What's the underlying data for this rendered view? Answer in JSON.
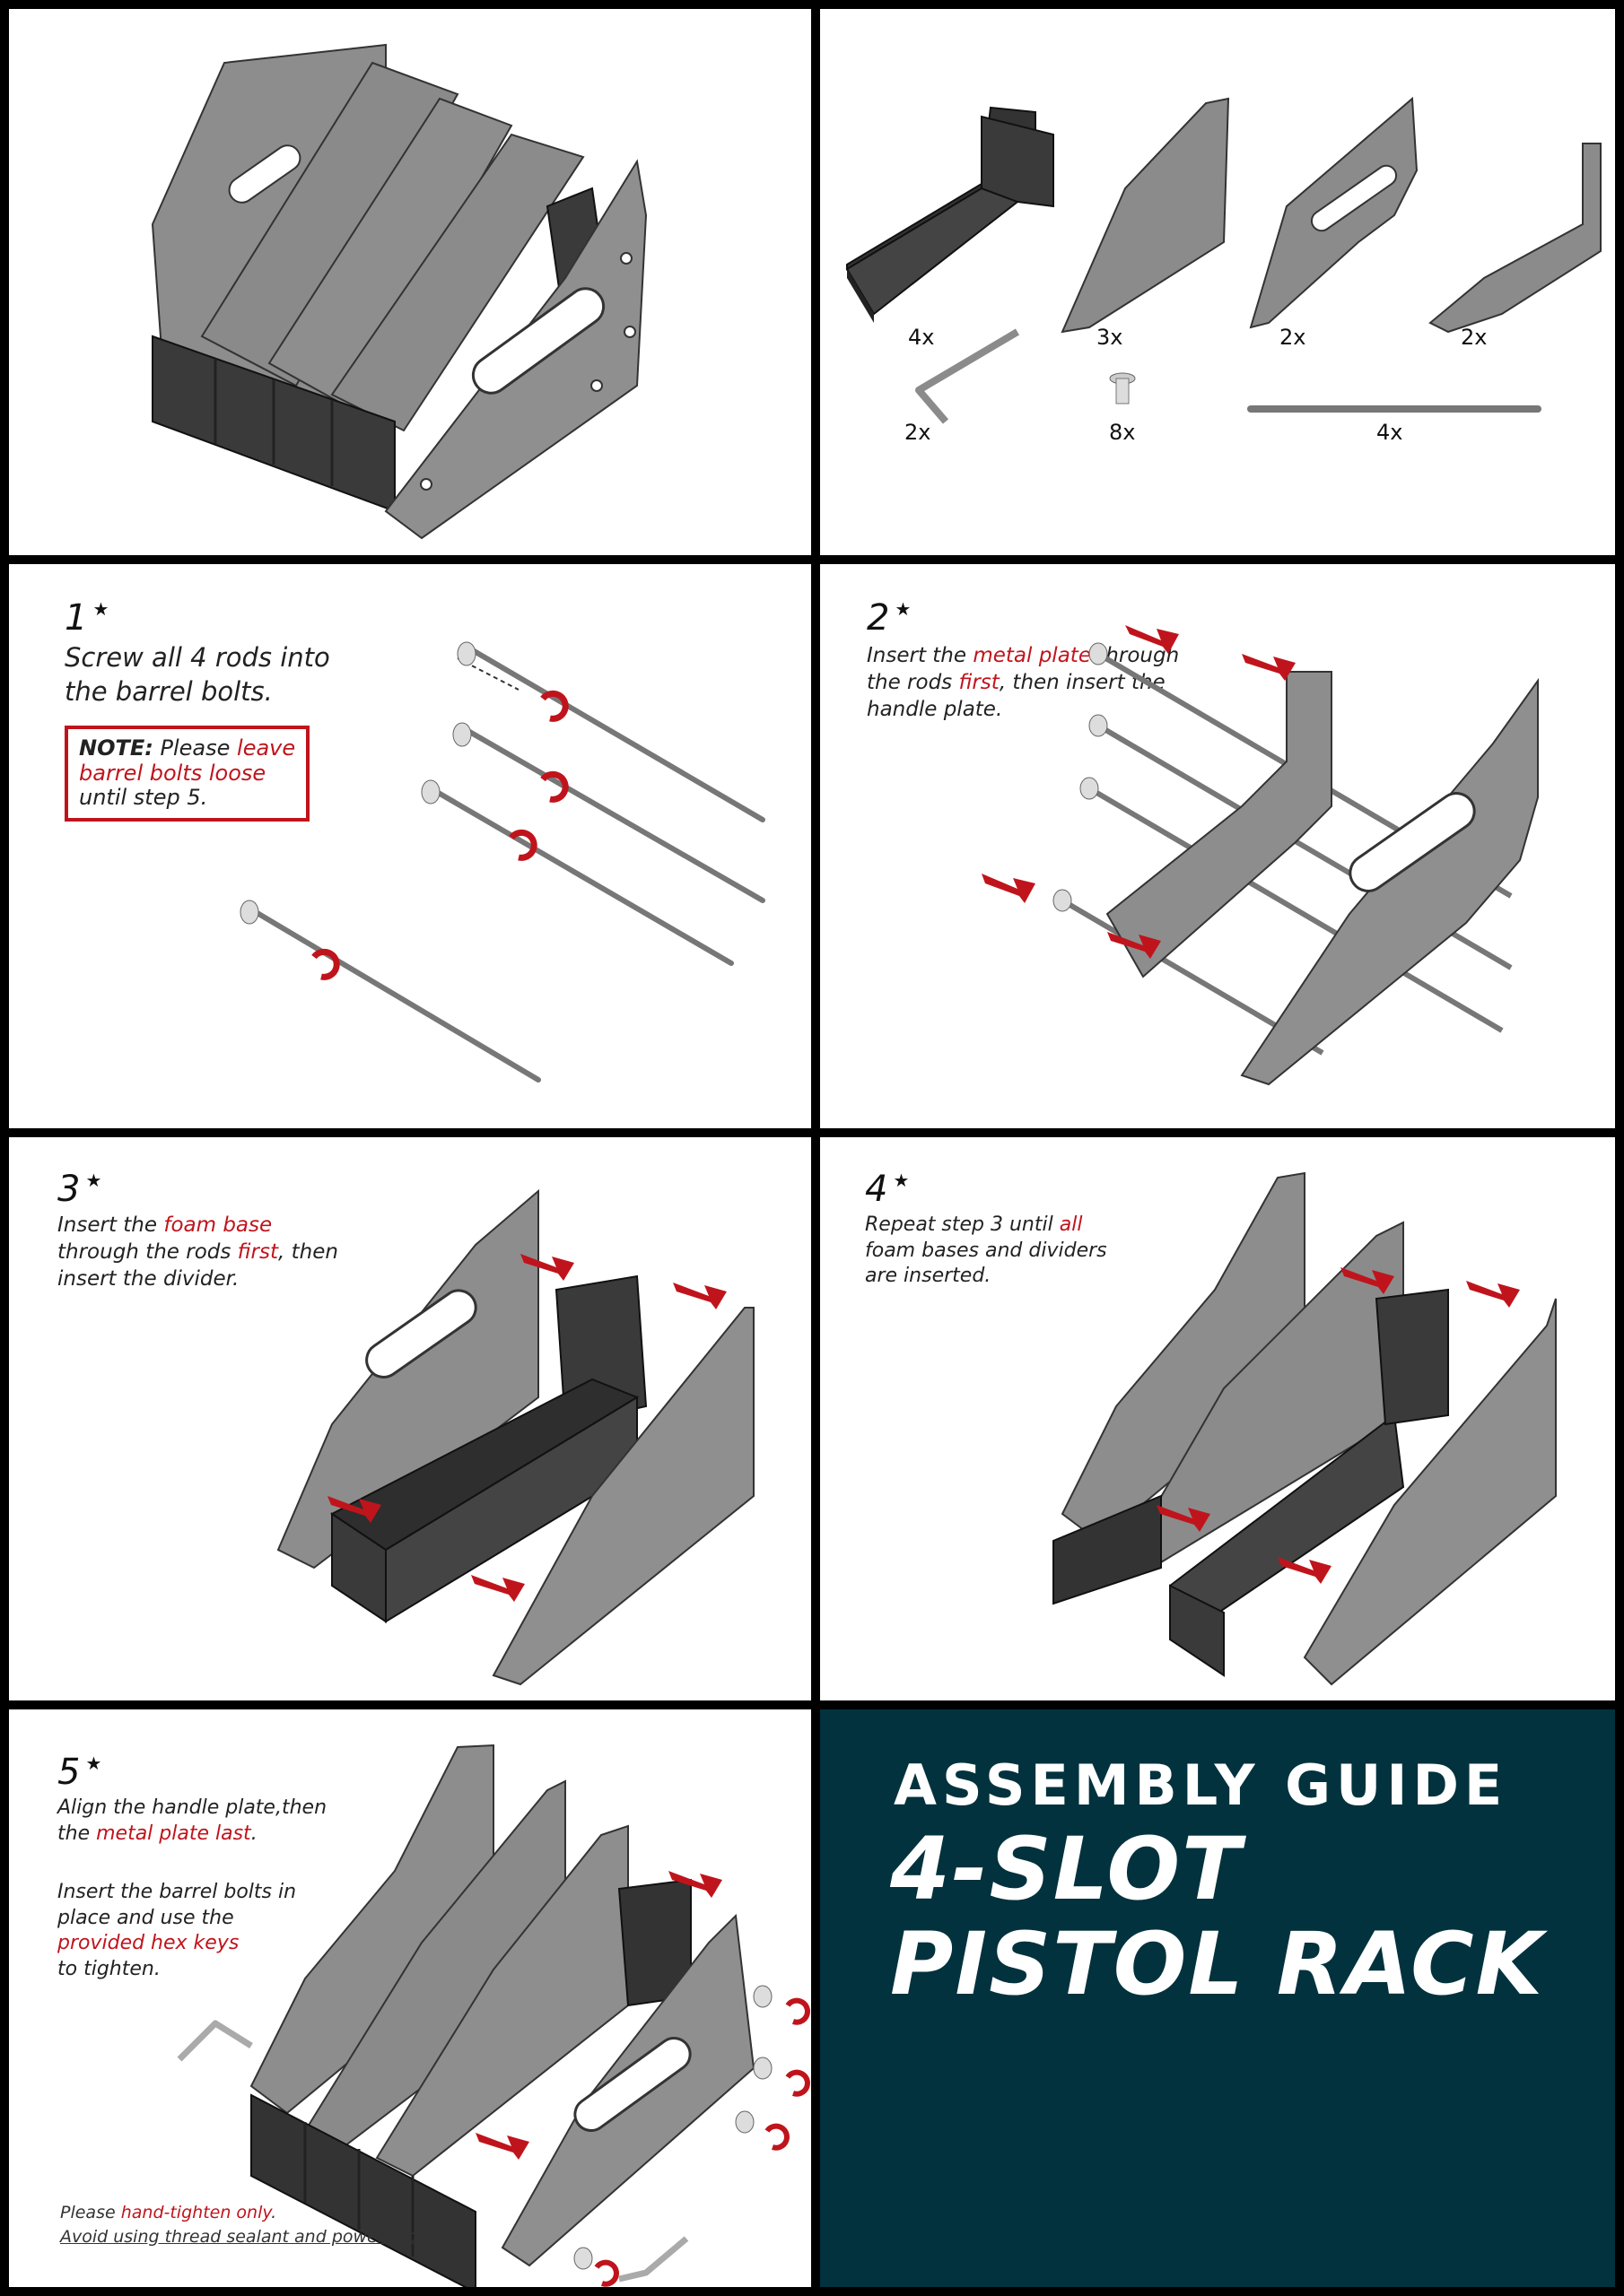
{
  "colors": {
    "accent": "#c0141c",
    "plate": "#8c8c8c",
    "foam": "#3a3a3a",
    "title_bg": "#02323d"
  },
  "parts": {
    "foam_qty": "4x",
    "metal_plate_qty": "3x",
    "handle_plate_qty": "2x",
    "divider_qty": "2x",
    "hex_key_qty": "2x",
    "bolt_qty": "8x",
    "rod_qty": "4x"
  },
  "step1": {
    "number": "1",
    "line1": "Screw all 4 rods into",
    "line2": "the barrel bolts.",
    "note_label": "NOTE:",
    "note_a": "Please",
    "note_b": "leave",
    "note_c": "barrel bolts loose",
    "note_d": "until step 5."
  },
  "step2": {
    "number": "2",
    "a": "Insert the",
    "b": "metal plate",
    "c": "through",
    "d": "the rods",
    "e": "first",
    "f": ", then insert the",
    "g": "handle plate."
  },
  "step3": {
    "number": "3",
    "a": "Insert the",
    "b": "foam base",
    "c": "through the rods",
    "d": "first",
    "e": ", then",
    "f": "insert the divider."
  },
  "step4": {
    "number": "4",
    "a": "Repeat step 3 until",
    "b": "all",
    "c": "foam bases and dividers",
    "d": "are inserted."
  },
  "step5": {
    "number": "5",
    "a": "Align the handle plate,then",
    "b": "the",
    "c": "metal plate last",
    "d": ".",
    "e": "Insert the barrel bolts in",
    "f": "place and use the",
    "g": "provided hex keys",
    "h": "to tighten.",
    "foot_a": "Please",
    "foot_b": "hand-tighten only",
    "foot_c": ".",
    "foot_d": "Avoid using thread sealant and power tools."
  },
  "title": {
    "line1": "ASSEMBLY  GUIDE",
    "line2": "4-SLOT",
    "line3": "PISTOL RACK"
  }
}
